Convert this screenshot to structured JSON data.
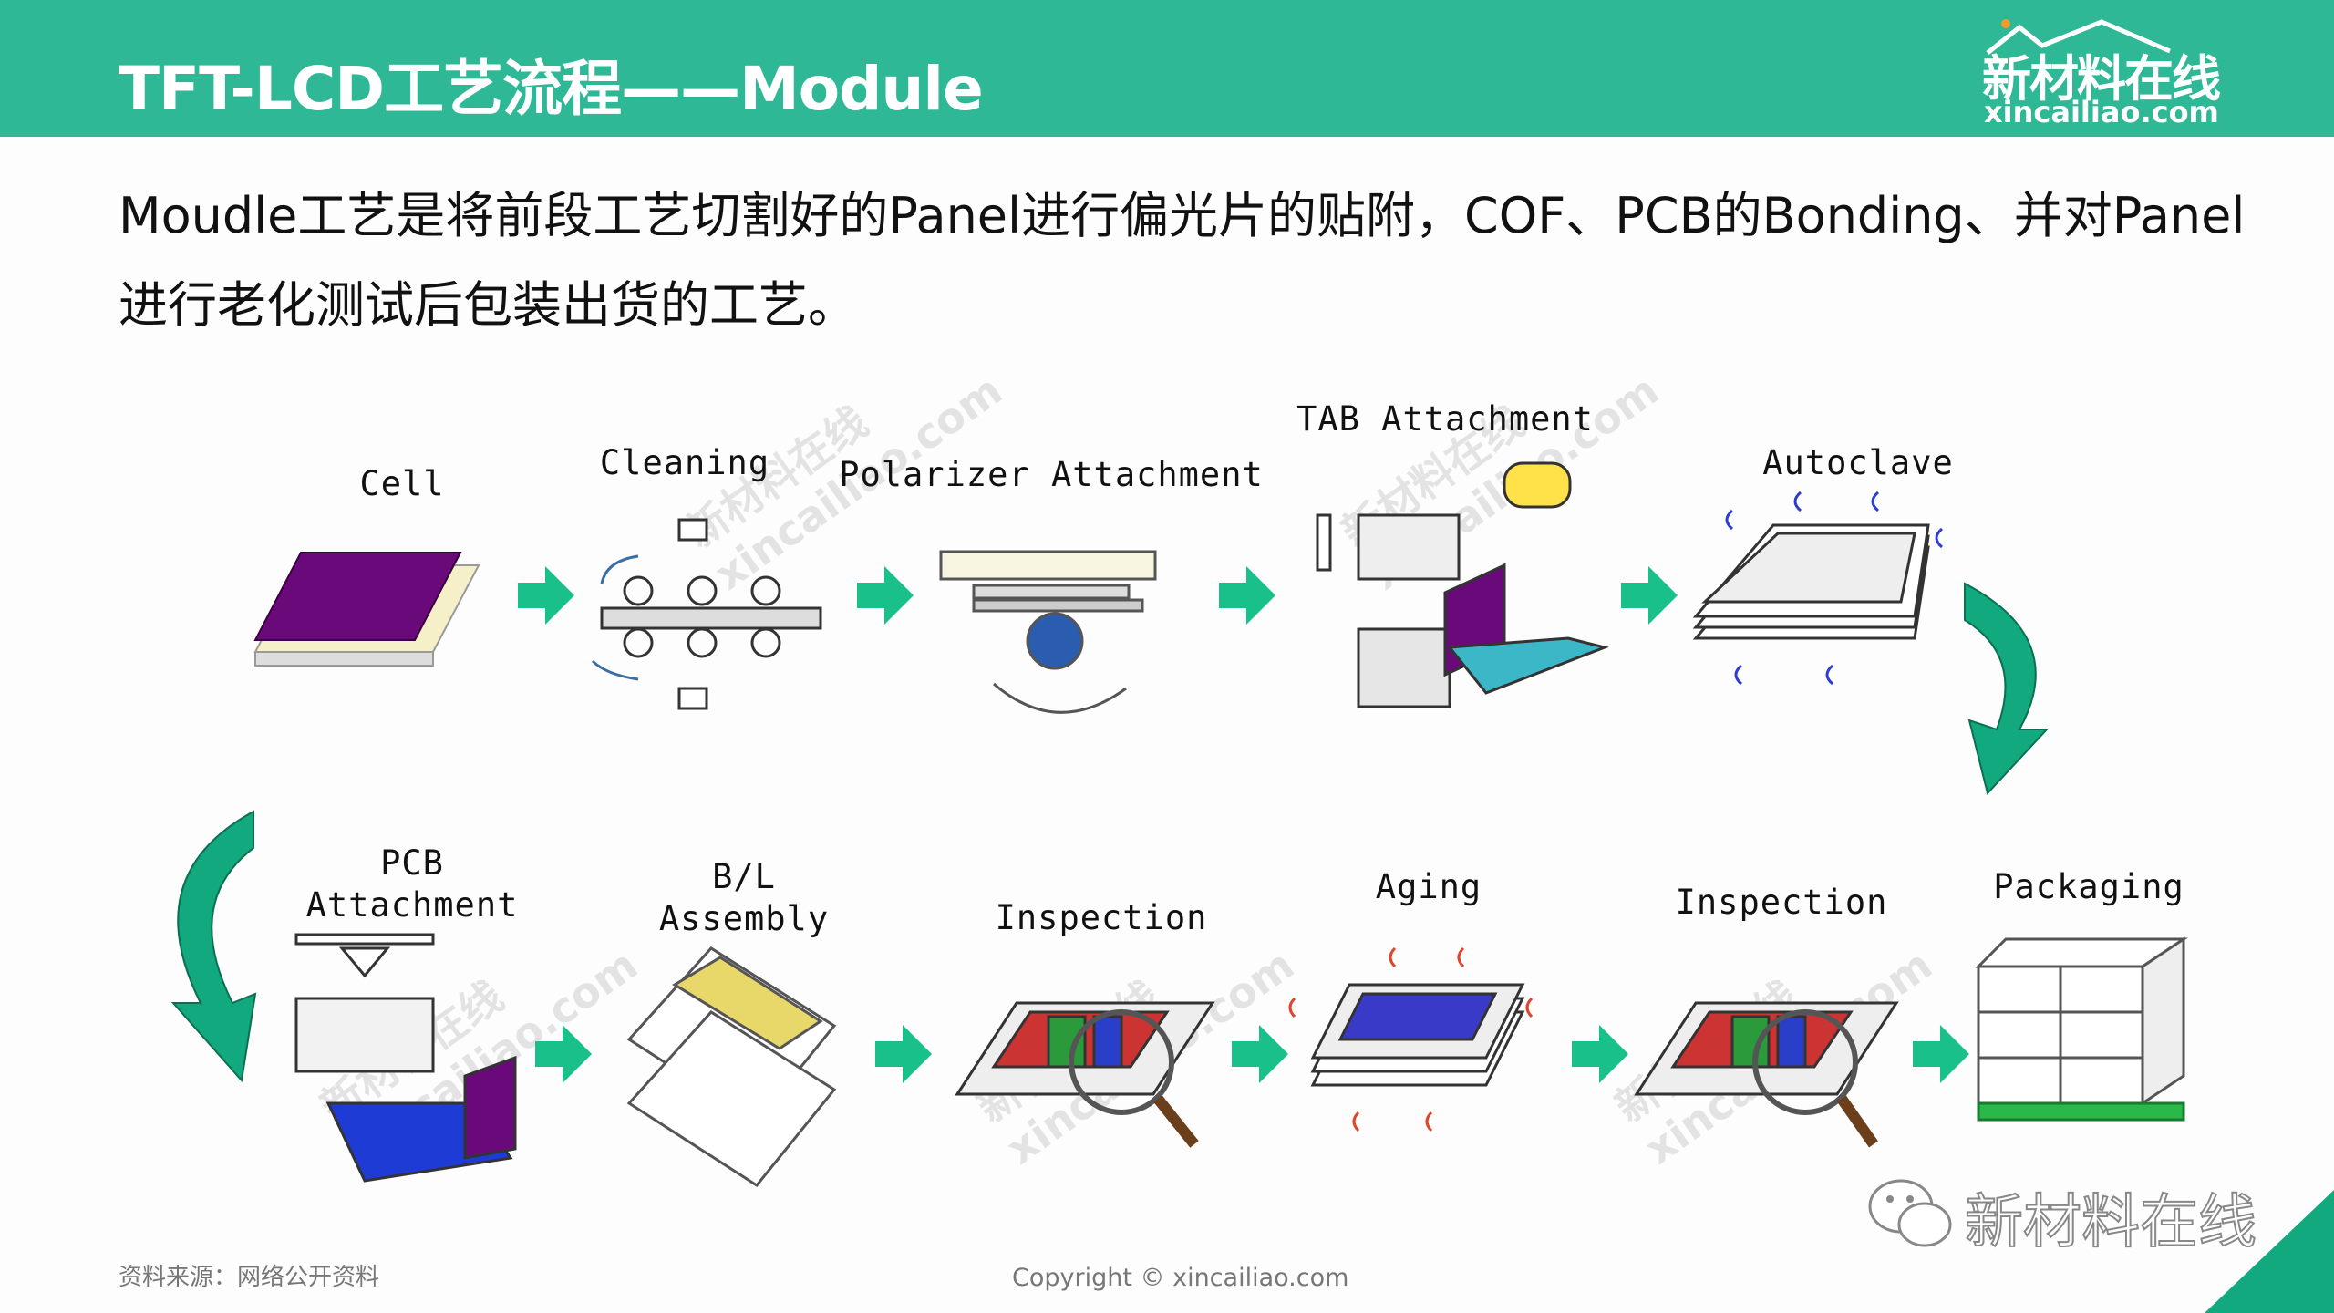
{
  "header": {
    "title": "TFT-LCD工艺流程——Module",
    "logo_cn": "新材料在线",
    "logo_en": "xincailiao.com"
  },
  "description": "Moudle工艺是将前段工艺切割好的Panel进行偏光片的贴附，COF、PCB的Bonding、并对Panel进行老化测试后包装出货的工艺。",
  "process": {
    "row1": [
      {
        "label": "Cell"
      },
      {
        "label": "Cleaning"
      },
      {
        "label": "Polarizer Attachment"
      },
      {
        "label": "TAB Attachment"
      },
      {
        "label": "Autoclave"
      }
    ],
    "row2": [
      {
        "label_line1": "PCB",
        "label_line2": "Attachment"
      },
      {
        "label_line1": "B/L",
        "label_line2": "Assembly"
      },
      {
        "label": "Inspection"
      },
      {
        "label": "Aging"
      },
      {
        "label": "Inspection"
      },
      {
        "label": "Packaging"
      }
    ]
  },
  "watermark": {
    "cn": "新材料在线",
    "en": "xincailiao.com"
  },
  "footer": {
    "source": "资料来源：网络公开资料",
    "copyright": "Copyright © xincailiao.com",
    "wechat_label": "新材料在线"
  },
  "colors": {
    "brand": "#2fb896",
    "arrow": "#19c08a",
    "corner": "#12a97f"
  }
}
